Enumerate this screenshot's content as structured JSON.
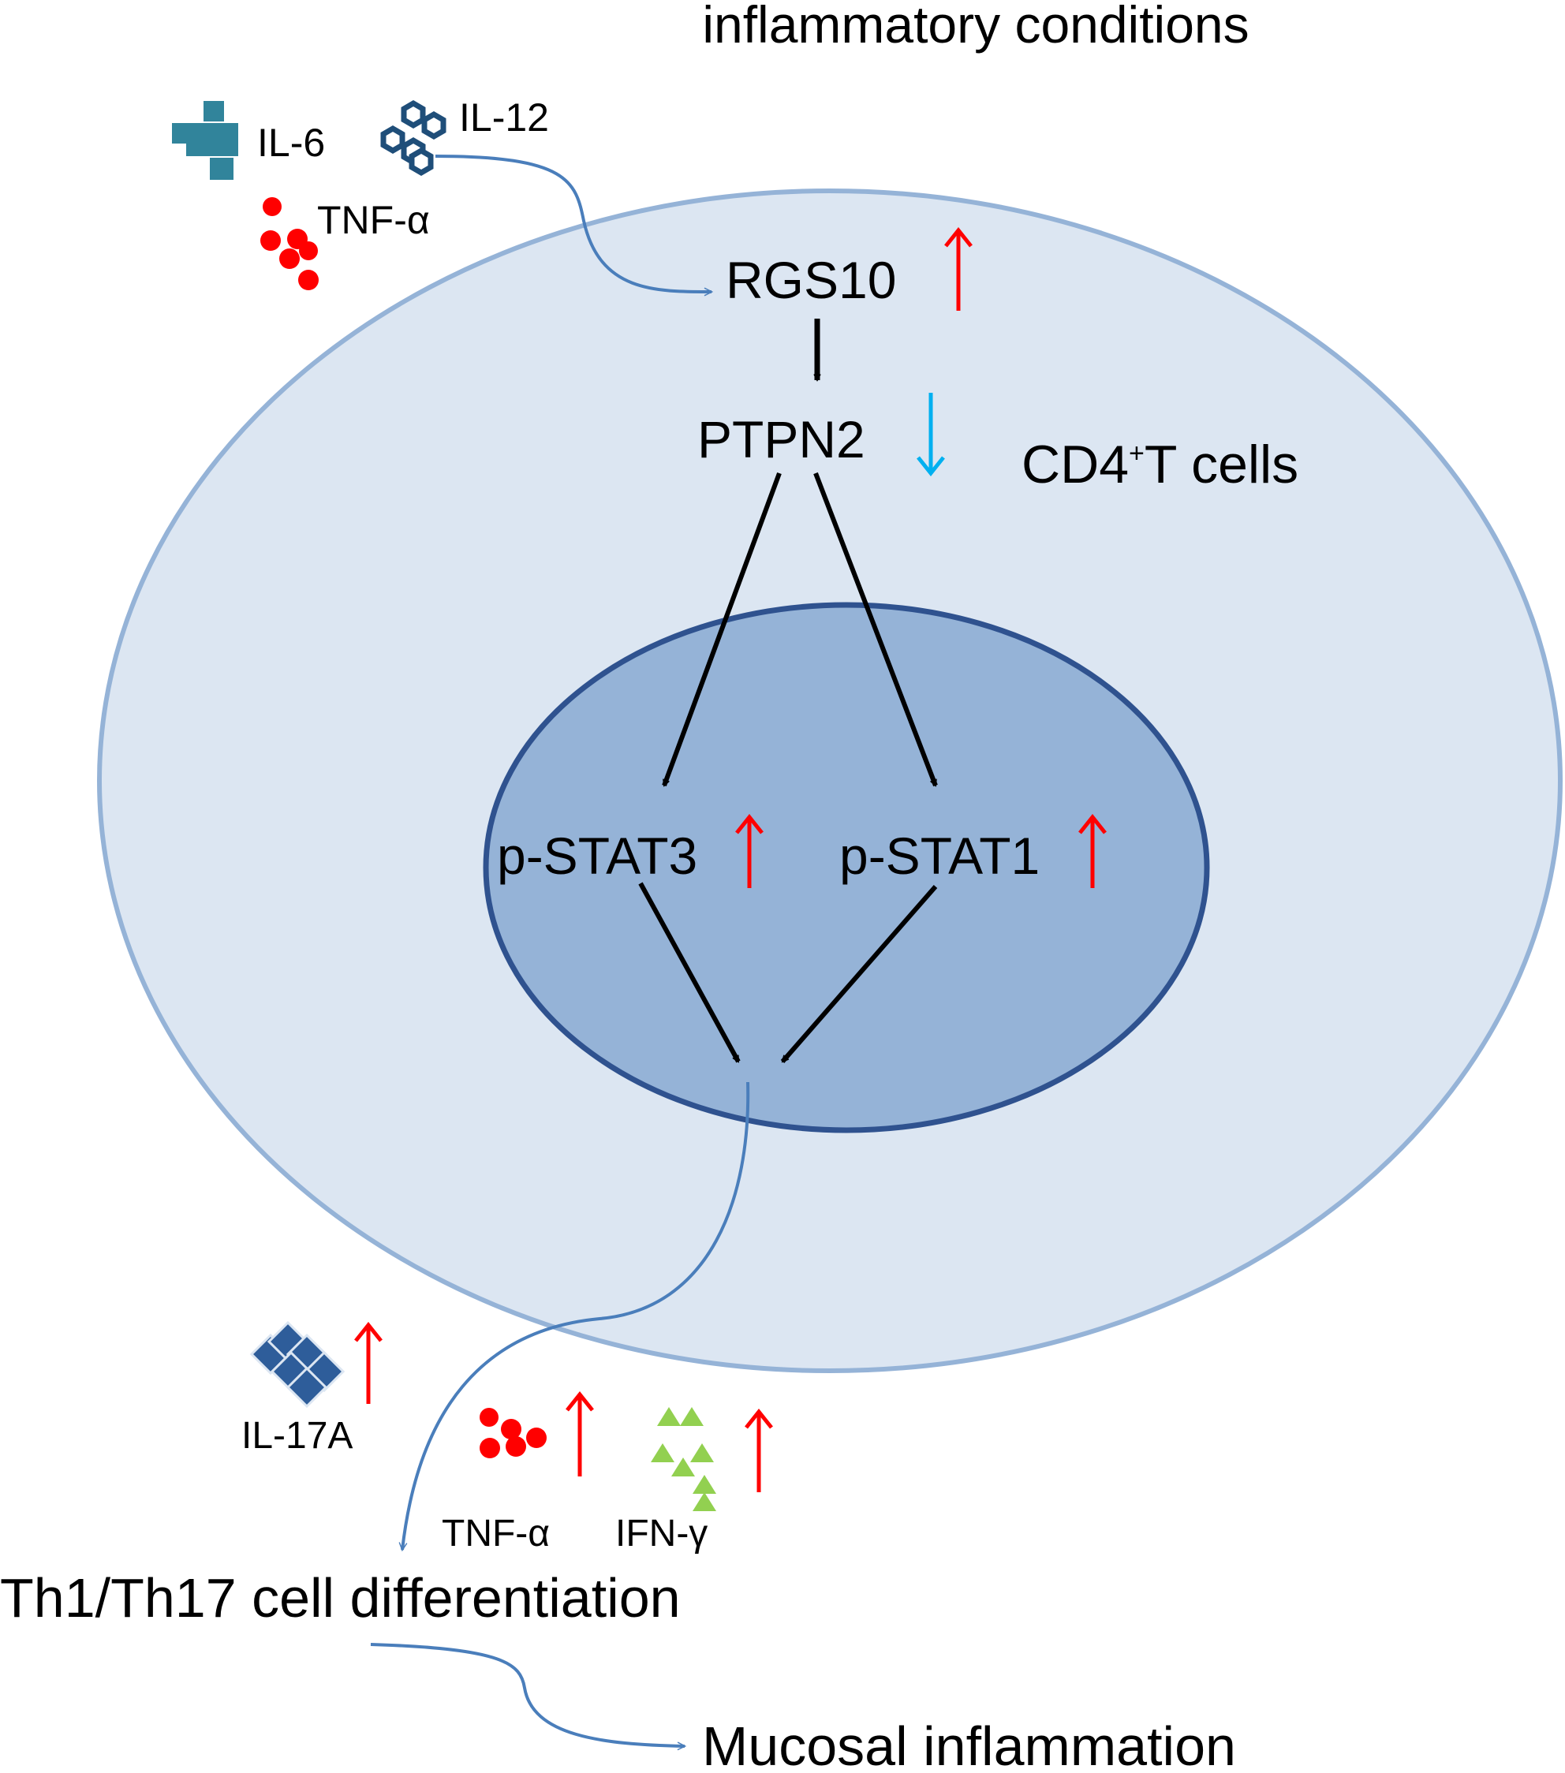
{
  "title": "inflammatory conditions",
  "cell_label": {
    "main": "CD4",
    "sup": "+",
    "rest": "T cells"
  },
  "inputs": {
    "il6": "IL-6",
    "il12": "IL-12",
    "tnfa": "TNF-α"
  },
  "nodes": {
    "rgs10": "RGS10",
    "ptpn2": "PTPN2",
    "pstat3": "p-STAT3",
    "pstat1": "p-STAT1"
  },
  "outputs": {
    "il17a": "IL-17A",
    "tnfa": "TNF-α",
    "ifng": "IFN-γ"
  },
  "result": "Th1/Th17 cell differentiation",
  "outcome": "Mucosal inflammation",
  "colors": {
    "cell_fill": "#dce6f2",
    "cell_stroke": "#95b3d7",
    "nucleus_fill": "#95b3d7",
    "nucleus_stroke": "#2f528f",
    "flow_arrow": "#4a7ebb",
    "up_arrow": "#ff0000",
    "down_arrow": "#00b0f0",
    "il6": "#31849b",
    "il12": "#1f4e79",
    "tnfa": "#ff0000",
    "il17a": "#2e5d9a",
    "ifng": "#92d050"
  }
}
